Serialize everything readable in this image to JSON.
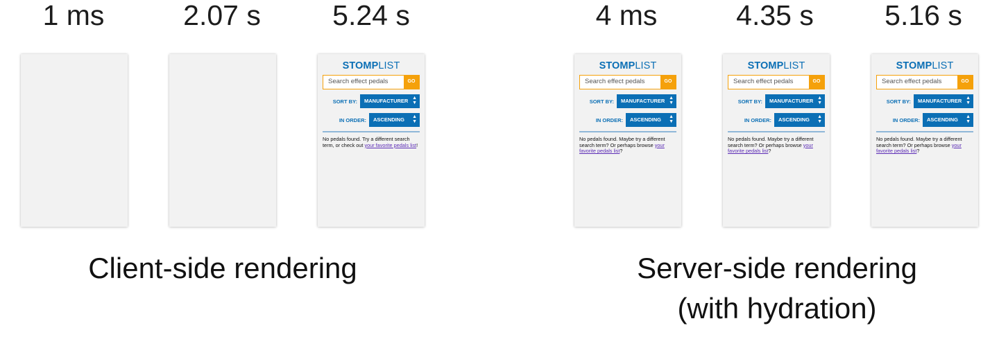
{
  "times": {
    "csr": [
      "1 ms",
      "2.07 s",
      "5.24 s"
    ],
    "ssr": [
      "4 ms",
      "4.35 s",
      "5.16 s"
    ]
  },
  "app": {
    "logo_bold": "STOMP",
    "logo_light": "LIST",
    "search_placeholder": "Search effect pedals",
    "go_label": "GO",
    "sort_by_label": "SORT BY:",
    "sort_by_value": "MANUFACTURER",
    "order_label": "IN ORDER:",
    "order_value": "ASCENDING",
    "arrow_glyph": "▲▼"
  },
  "messages": {
    "csr": {
      "text": "No pedals found. Try a different search term, or check out ",
      "link": "your favorite pedals list",
      "tail": "!"
    },
    "ssr": {
      "text": "No pedals found. Maybe try a different search term? Or perhaps browse ",
      "link": "your favorite pedals list",
      "tail": "?"
    }
  },
  "captions": {
    "csr": "Client-side rendering",
    "ssr_line1": "Server-side rendering",
    "ssr_line2": "(with hydration)"
  },
  "colors": {
    "brand_blue": "#0b6fb5",
    "accent_orange": "#f5a10b",
    "link_purple": "#5b2bb5"
  }
}
